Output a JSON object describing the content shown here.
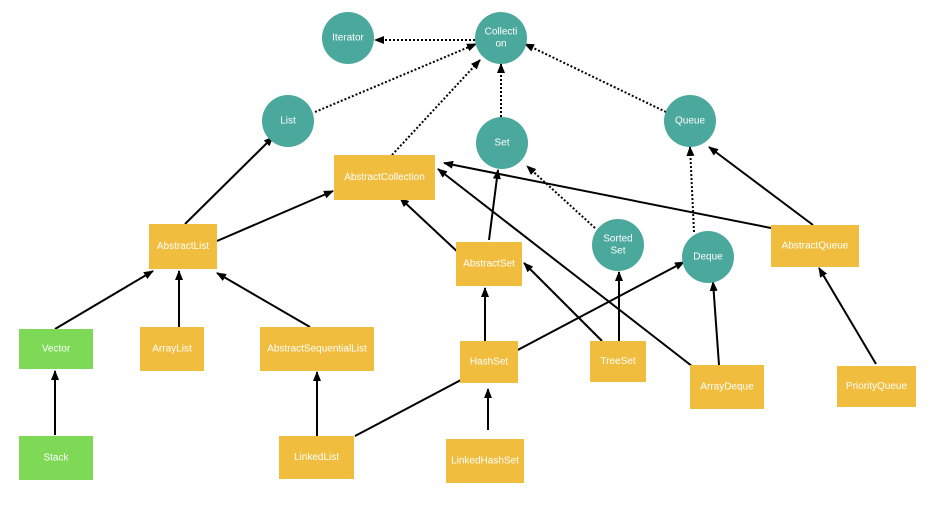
{
  "colors": {
    "interface": "#4aa89c",
    "abstract": "#f0bd3e",
    "legacy": "#7ed957",
    "text": "#ffffff",
    "edge": "#000000"
  },
  "nodes": {
    "iterator": {
      "label": "Iterator",
      "kind": "interface"
    },
    "collection": {
      "label": [
        "Collecti",
        "on"
      ],
      "kind": "interface"
    },
    "list": {
      "label": "List",
      "kind": "interface"
    },
    "set": {
      "label": "Set",
      "kind": "interface"
    },
    "queue": {
      "label": "Queue",
      "kind": "interface"
    },
    "sorted_set": {
      "label": [
        "Sorted",
        "Set"
      ],
      "kind": "interface"
    },
    "deque": {
      "label": "Deque",
      "kind": "interface"
    },
    "abstract_collection": {
      "label": "AbstractCollection",
      "kind": "abstract"
    },
    "abstract_list": {
      "label": "AbstractList",
      "kind": "abstract"
    },
    "abstract_set": {
      "label": "AbstractSet",
      "kind": "abstract"
    },
    "abstract_queue": {
      "label": "AbstractQueue",
      "kind": "abstract"
    },
    "vector": {
      "label": "Vector",
      "kind": "legacy"
    },
    "array_list": {
      "label": "ArrayList",
      "kind": "abstract"
    },
    "abstract_sequential_list": {
      "label": "AbstractSequentialList",
      "kind": "abstract"
    },
    "hash_set": {
      "label": "HashSet",
      "kind": "abstract"
    },
    "tree_set": {
      "label": "TreeSet",
      "kind": "abstract"
    },
    "array_deque": {
      "label": "ArrayDeque",
      "kind": "abstract"
    },
    "priority_queue": {
      "label": "PriorityQueue",
      "kind": "abstract"
    },
    "stack": {
      "label": "Stack",
      "kind": "legacy"
    },
    "linked_list": {
      "label": "LinkedList",
      "kind": "abstract"
    },
    "linked_hash_set": {
      "label": "LinkedHashSet",
      "kind": "abstract"
    }
  },
  "edges": [
    {
      "from": "collection",
      "to": "iterator",
      "style": "dotted"
    },
    {
      "from": "list",
      "to": "collection",
      "style": "dotted"
    },
    {
      "from": "abstract_collection",
      "to": "collection",
      "style": "dotted"
    },
    {
      "from": "set",
      "to": "collection",
      "style": "dotted"
    },
    {
      "from": "queue",
      "to": "collection",
      "style": "dotted"
    },
    {
      "from": "sorted_set",
      "to": "set",
      "style": "dotted"
    },
    {
      "from": "deque",
      "to": "queue",
      "style": "dotted"
    },
    {
      "from": "abstract_list",
      "to": "list",
      "style": "solid"
    },
    {
      "from": "abstract_list",
      "to": "abstract_collection",
      "style": "solid"
    },
    {
      "from": "abstract_set",
      "to": "abstract_collection",
      "style": "solid"
    },
    {
      "from": "abstract_set",
      "to": "set",
      "style": "solid"
    },
    {
      "from": "abstract_queue",
      "to": "abstract_collection",
      "style": "solid"
    },
    {
      "from": "abstract_queue",
      "to": "queue",
      "style": "solid"
    },
    {
      "from": "array_deque",
      "to": "abstract_collection",
      "style": "solid"
    },
    {
      "from": "array_deque",
      "to": "deque",
      "style": "solid"
    },
    {
      "from": "vector",
      "to": "abstract_list",
      "style": "solid"
    },
    {
      "from": "array_list",
      "to": "abstract_list",
      "style": "solid"
    },
    {
      "from": "abstract_sequential_list",
      "to": "abstract_list",
      "style": "solid"
    },
    {
      "from": "stack",
      "to": "vector",
      "style": "solid"
    },
    {
      "from": "linked_list",
      "to": "abstract_sequential_list",
      "style": "solid"
    },
    {
      "from": "linked_list",
      "to": "deque",
      "style": "solid"
    },
    {
      "from": "hash_set",
      "to": "abstract_set",
      "style": "solid"
    },
    {
      "from": "tree_set",
      "to": "abstract_set",
      "style": "solid"
    },
    {
      "from": "tree_set",
      "to": "sorted_set",
      "style": "solid"
    },
    {
      "from": "linked_hash_set",
      "to": "hash_set",
      "style": "solid"
    },
    {
      "from": "priority_queue",
      "to": "abstract_queue",
      "style": "solid"
    }
  ]
}
